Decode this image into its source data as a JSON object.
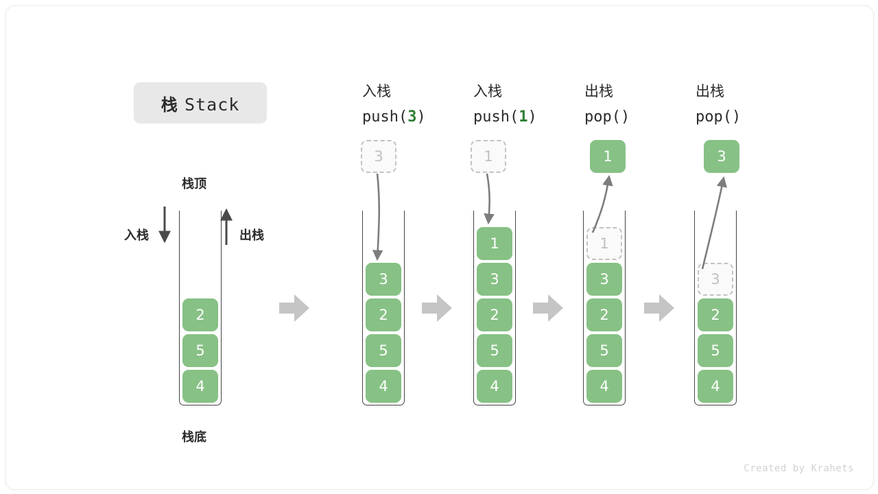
{
  "title": {
    "cjk": "栈",
    "latin": "Stack"
  },
  "labels": {
    "top": "栈顶",
    "bottom": "栈底",
    "push": "入栈",
    "pop": "出栈"
  },
  "colors": {
    "cell_green": "#87c185",
    "cell_text": "#ffffff",
    "ghost_fill": "#fafafa",
    "ghost_border": "#c2c2c2",
    "ghost_text": "#c0c0c0",
    "frame": "#444444",
    "arrow_gray": "#808080",
    "block_arrow": "#c5c5c5",
    "badge_bg": "#e8e8e8",
    "accent_number": "#2e7d32"
  },
  "columns": [
    {
      "id": "initial",
      "head_line1": "",
      "head_line2": "",
      "cells": [
        {
          "value": "2",
          "ghost": false
        },
        {
          "value": "5",
          "ghost": false
        },
        {
          "value": "4",
          "ghost": false
        }
      ],
      "float_value": "",
      "float_ghost": false
    },
    {
      "id": "push-3",
      "head_line1": "入栈",
      "head_line2_prefix": "push(",
      "head_line2_num": "3",
      "head_line2_suffix": ")",
      "cells": [
        {
          "value": "3",
          "ghost": false
        },
        {
          "value": "2",
          "ghost": false
        },
        {
          "value": "5",
          "ghost": false
        },
        {
          "value": "4",
          "ghost": false
        }
      ],
      "float_value": "3",
      "float_ghost": true
    },
    {
      "id": "push-1",
      "head_line1": "入栈",
      "head_line2_prefix": "push(",
      "head_line2_num": "1",
      "head_line2_suffix": ")",
      "cells": [
        {
          "value": "1",
          "ghost": false
        },
        {
          "value": "3",
          "ghost": false
        },
        {
          "value": "2",
          "ghost": false
        },
        {
          "value": "5",
          "ghost": false
        },
        {
          "value": "4",
          "ghost": false
        }
      ],
      "float_value": "1",
      "float_ghost": true
    },
    {
      "id": "pop-1",
      "head_line1": "出栈",
      "head_line2_prefix": "pop(",
      "head_line2_num": "",
      "head_line2_suffix": ")",
      "cells": [
        {
          "value": "1",
          "ghost": true
        },
        {
          "value": "3",
          "ghost": false
        },
        {
          "value": "2",
          "ghost": false
        },
        {
          "value": "5",
          "ghost": false
        },
        {
          "value": "4",
          "ghost": false
        }
      ],
      "float_value": "1",
      "float_ghost": false
    },
    {
      "id": "pop-2",
      "head_line1": "出栈",
      "head_line2_prefix": "pop(",
      "head_line2_num": "",
      "head_line2_suffix": ")",
      "cells": [
        {
          "value": "3",
          "ghost": true
        },
        {
          "value": "2",
          "ghost": false
        },
        {
          "value": "5",
          "ghost": false
        },
        {
          "value": "4",
          "ghost": false
        }
      ],
      "float_value": "3",
      "float_ghost": false
    }
  ],
  "credit": "Created by Krahets"
}
